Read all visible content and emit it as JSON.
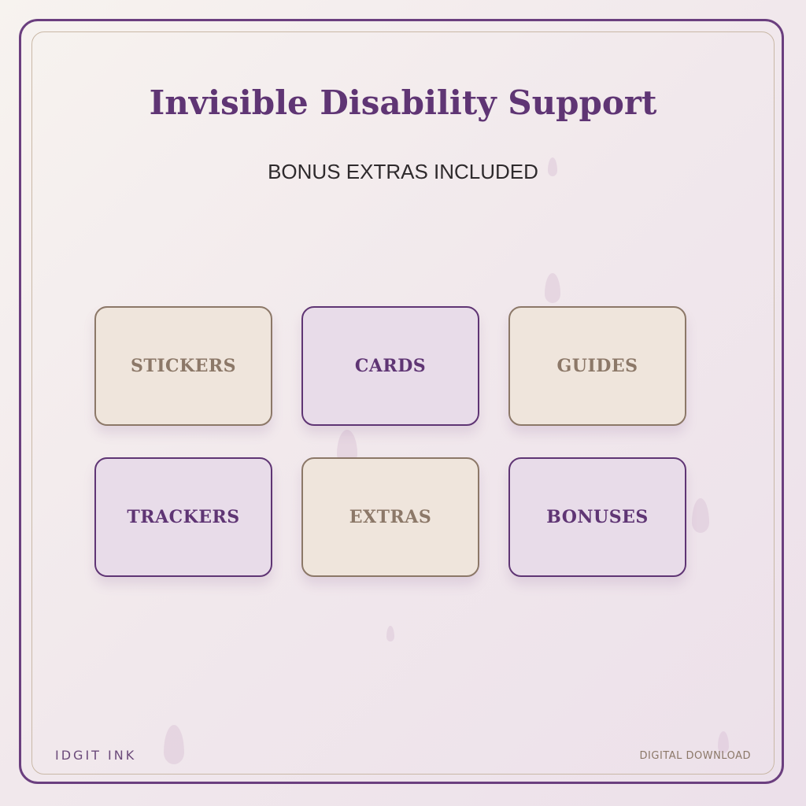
{
  "header": {
    "title": "Invisible Disability Support",
    "subtitle": "BONUS EXTRAS INCLUDED"
  },
  "cards": [
    {
      "label": "STICKERS",
      "style": "beige"
    },
    {
      "label": "CARDS",
      "style": "lavender"
    },
    {
      "label": "GUIDES",
      "style": "beige"
    },
    {
      "label": "TRACKERS",
      "style": "lavender"
    },
    {
      "label": "EXTRAS",
      "style": "beige"
    },
    {
      "label": "BONUSES",
      "style": "lavender"
    }
  ],
  "footer": {
    "brand": "IDGIT INK",
    "tag": "DIGITAL DOWNLOAD"
  },
  "colors": {
    "accent_purple": "#5f3574",
    "accent_taupe": "#8c7868",
    "card_beige": "#efe5dc",
    "card_lavender": "#e8dce9"
  }
}
